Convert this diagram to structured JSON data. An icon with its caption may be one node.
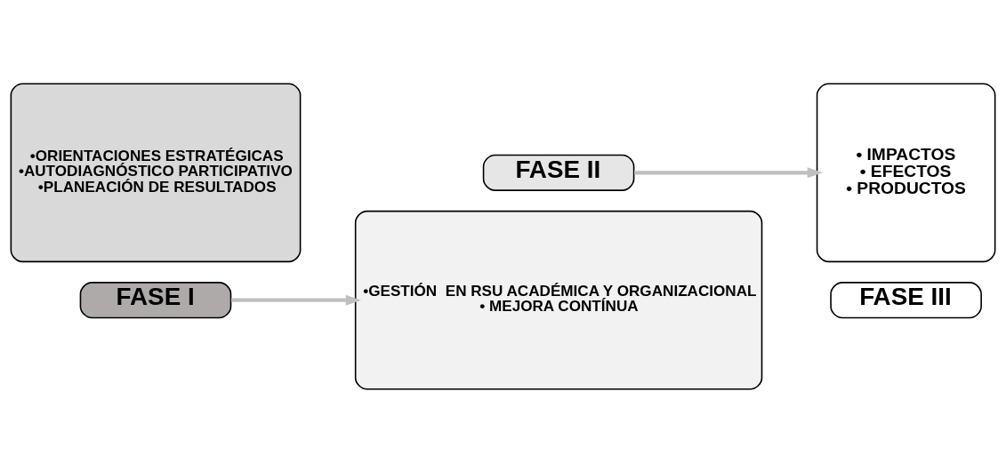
{
  "diagram": {
    "nodes": [
      {
        "text": [
          "•ORIENTACIONES ESTRATÉGICAS",
          "•AUTODIAGNÓSTICO PARTICIPATIVO",
          "•PLANEACIÓN DE RESULTADOS"
        ]
      },
      {
        "text": [
          "FASE I"
        ]
      },
      {
        "text": [
          "FASE II"
        ]
      },
      {
        "text": [
          "•GESTIÓN  EN RSU ACADÉMICA Y ORGANIZACIONAL",
          "• MEJORA CONTÍNUA"
        ]
      },
      {
        "text": [
          "• IMPACTOS",
          "• EFECTOS",
          "• PRODUCTOS"
        ]
      },
      {
        "text": [
          "FASE III"
        ]
      }
    ],
    "edges": [
      {
        "from": 1,
        "to": 3,
        "arrow": "to"
      },
      {
        "from": 2,
        "to": 4,
        "arrow": "to"
      }
    ]
  }
}
